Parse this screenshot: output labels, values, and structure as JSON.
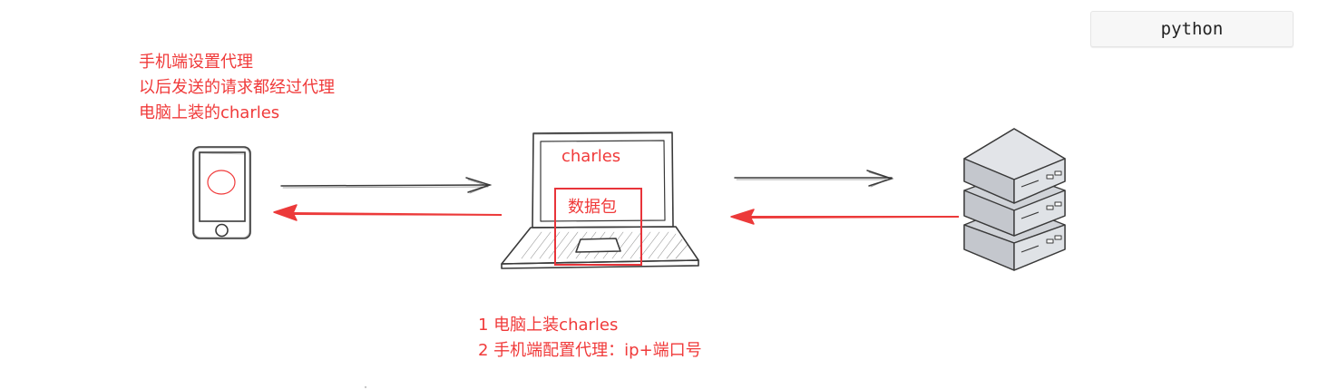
{
  "code_block": {
    "language_label": "python"
  },
  "annotations": {
    "top_note": [
      "手机端设置代理",
      "以后发送的请求都经过代理",
      "电脑上装的charles"
    ],
    "laptop_screen_label": "charles",
    "packet_label": "数据包",
    "steps": [
      "1 电脑上装charles",
      "2 手机端配置代理：ip+端口号"
    ]
  },
  "colors": {
    "annotation": "#f03a3a",
    "sketch_stroke": "#3a3a3a",
    "server_fill": "#c9ccd1",
    "arrow_red": "#ec3a3a"
  },
  "icons": [
    "phone-icon",
    "laptop-icon",
    "server-icon"
  ]
}
